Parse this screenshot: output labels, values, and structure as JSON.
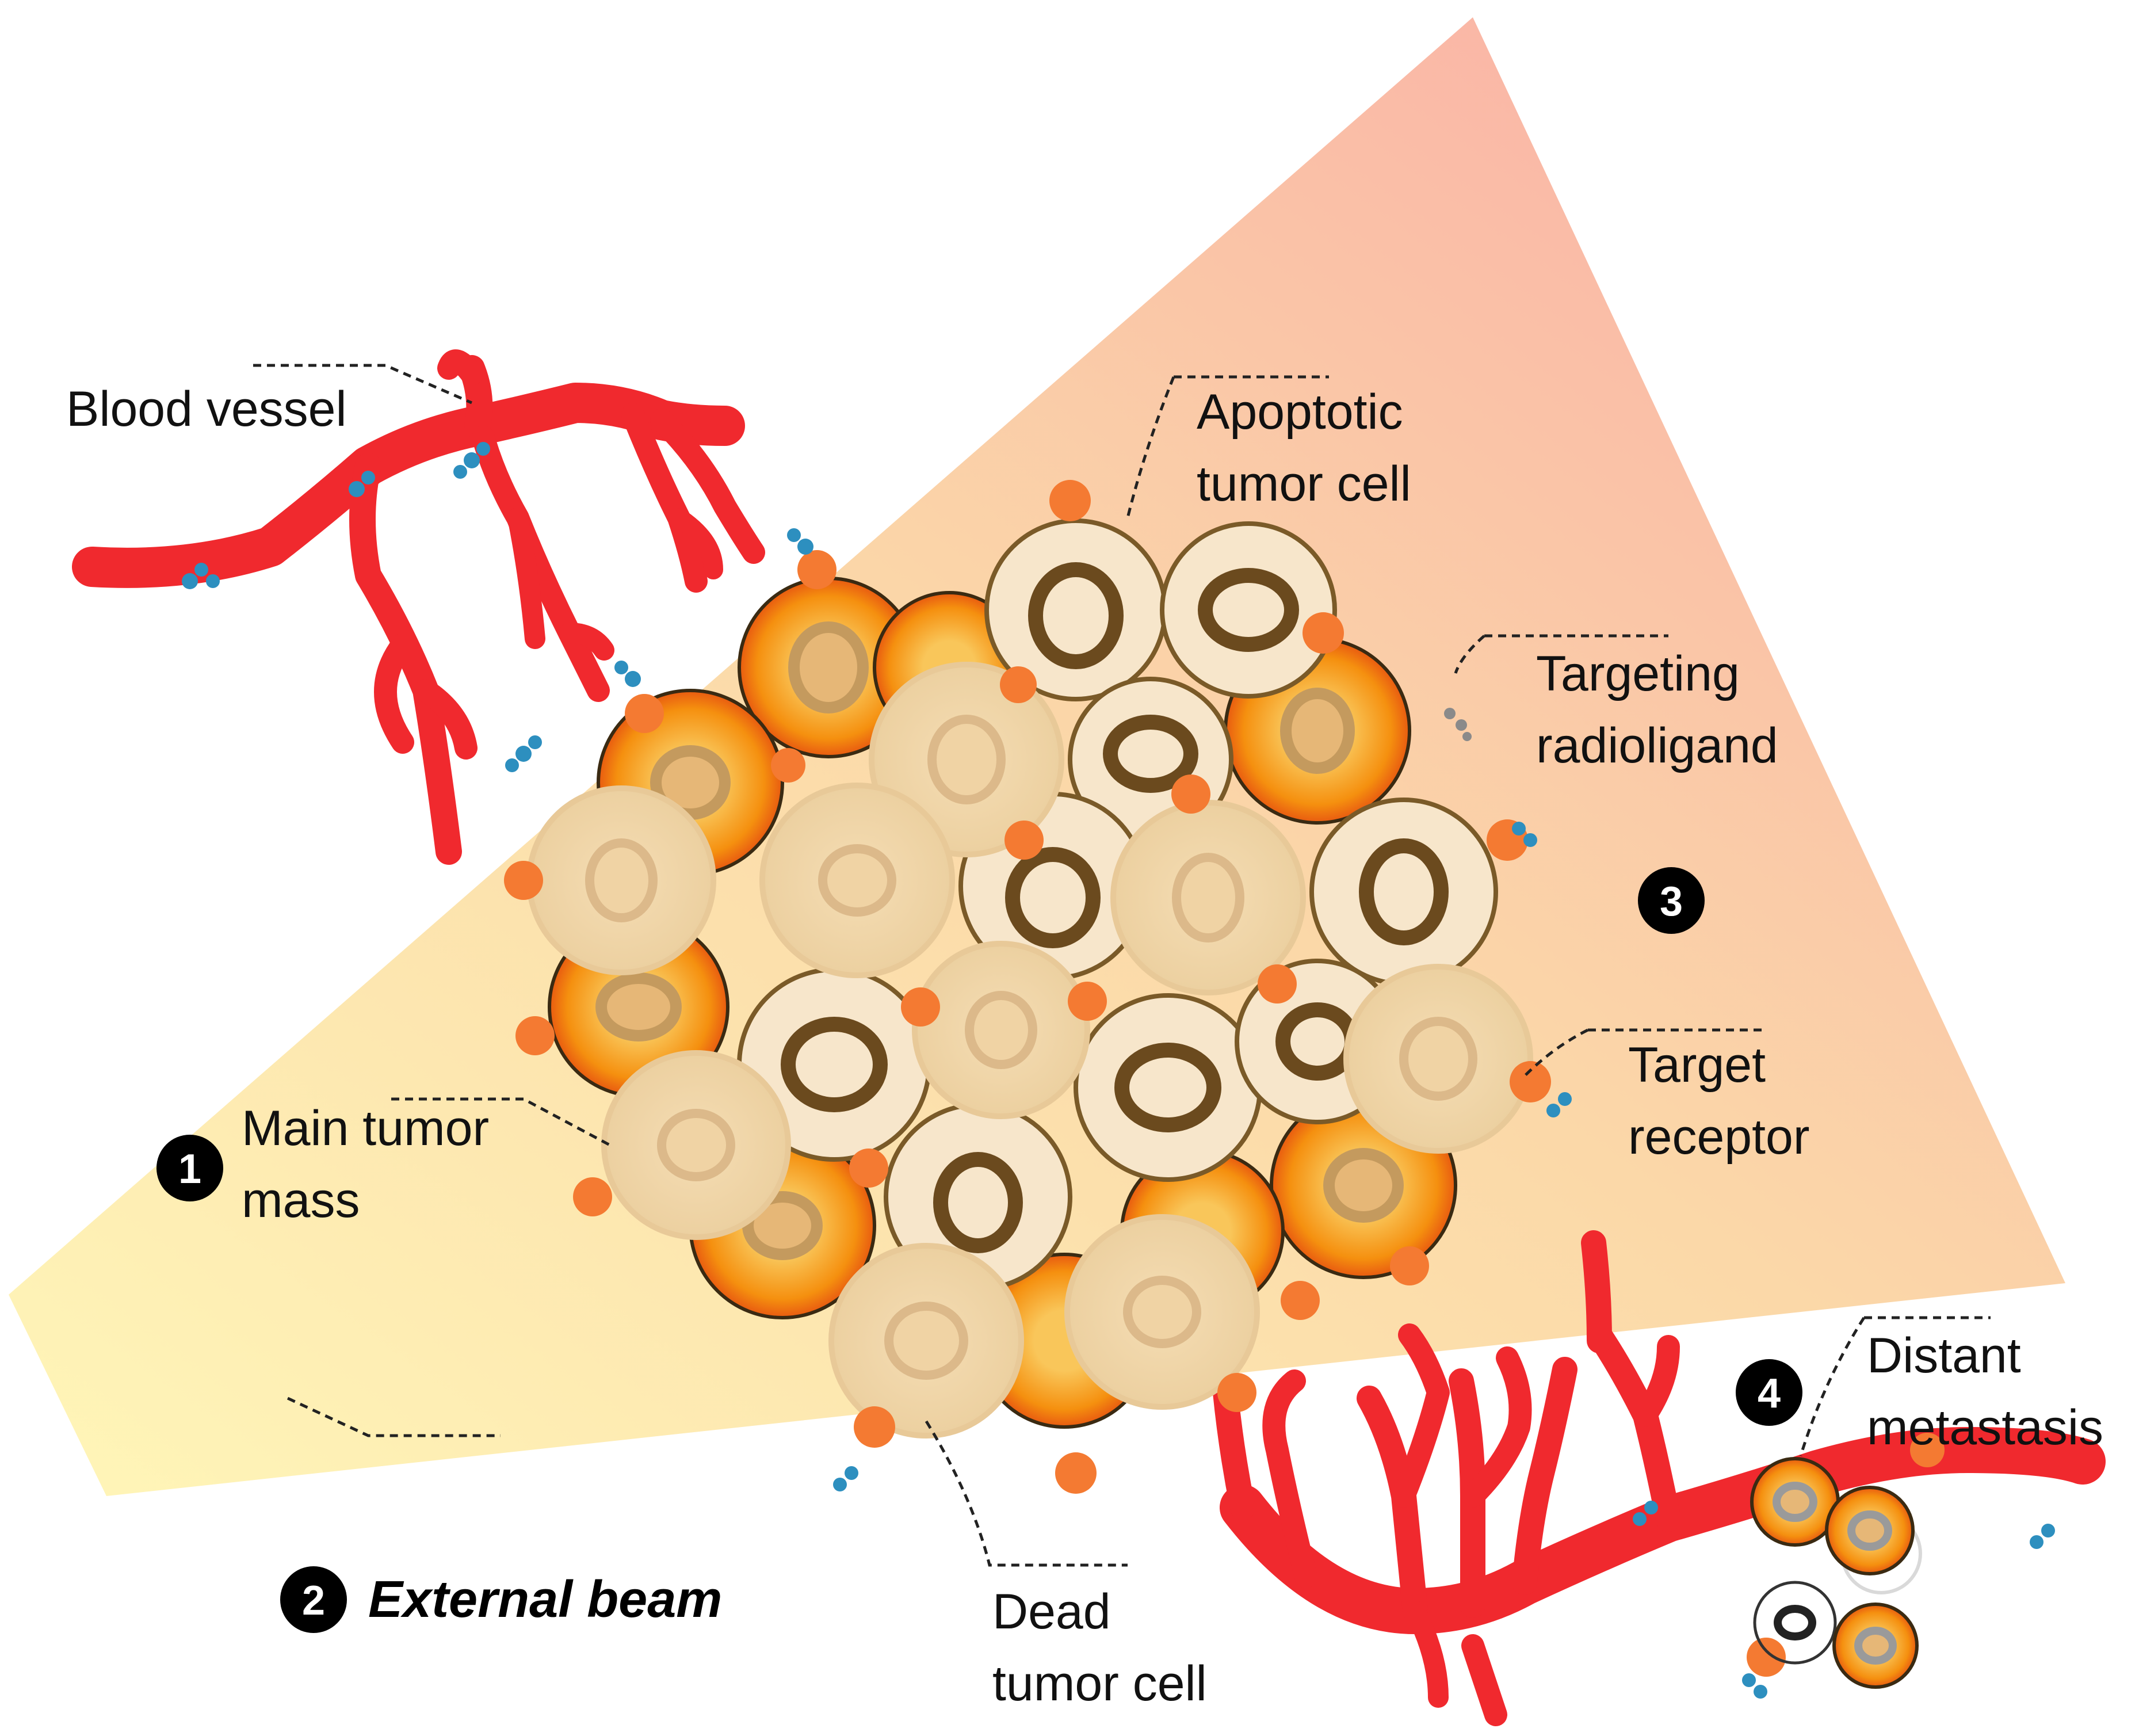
{
  "labels": {
    "blood_vessel": "Blood vessel",
    "apoptotic_line1": "Apoptotic",
    "apoptotic_line2": "tumor cell",
    "targeting_line1": "Targeting",
    "targeting_line2": "radioligand",
    "target_line1": "Target",
    "target_line2": "receptor",
    "main_tumor_line1": "Main tumor",
    "main_tumor_line2": "mass",
    "external_beam": "External beam",
    "dead_line1": "Dead",
    "dead_line2": "tumor cell",
    "distant_line1": "Distant",
    "distant_line2": "metastasis"
  },
  "badges": {
    "one": "1",
    "two": "2",
    "three": "3",
    "four": "4"
  },
  "colors": {
    "vessel": "#f0292e",
    "beam_start": "#fff4b0",
    "beam_end": "#fbb6ae",
    "healthy_cell": "#f2d7a9",
    "apoptotic_cell": "#f7e3c5",
    "active_cell": "#f5a21a",
    "receptor": "#f47a32"
  }
}
